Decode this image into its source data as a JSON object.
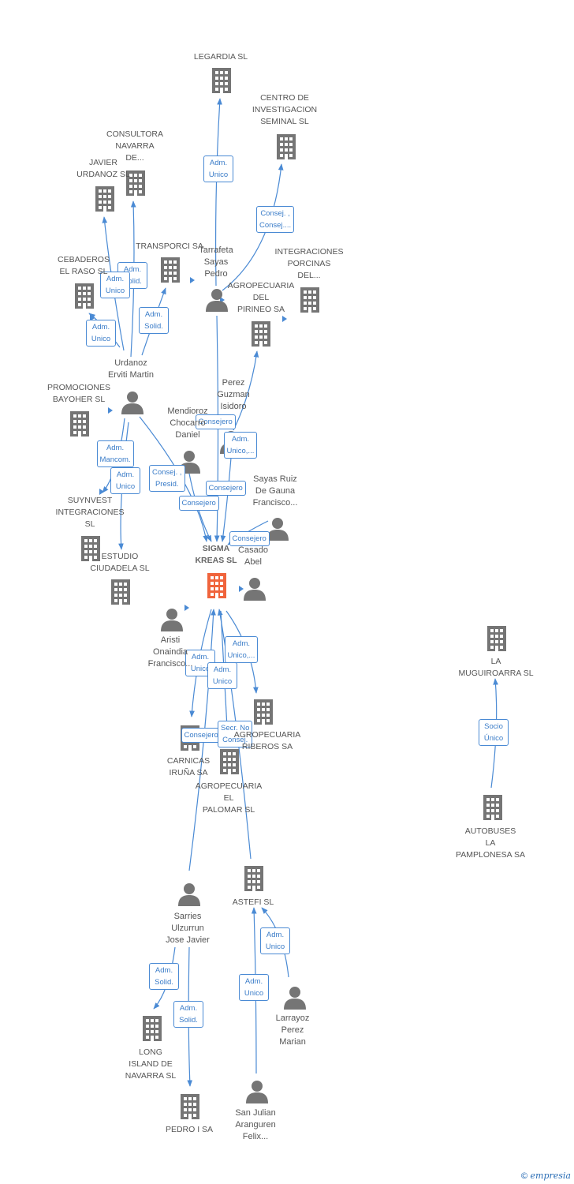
{
  "colors": {
    "edge": "#4a8ad4",
    "node": "#757575",
    "main": "#f0643c",
    "label": "#555555"
  },
  "nodes": [
    {
      "id": "legardia",
      "type": "company",
      "label": "LEGARDIA  SL",
      "name": "company-legardia"
    },
    {
      "id": "centro",
      "type": "company",
      "label": "CENTRO DE\nINVESTIGACION\nSEMINAL SL",
      "name": "company-centro-investigacion"
    },
    {
      "id": "consultora",
      "type": "company",
      "label": "CONSULTORA\nNAVARRA\nDE...",
      "name": "company-consultora-navarra"
    },
    {
      "id": "javier",
      "type": "company",
      "label": "JAVIER\nURDANOZ SL",
      "name": "company-javier-urdanoz"
    },
    {
      "id": "transporci",
      "type": "company",
      "label": "TRANSPORCI SA",
      "name": "company-transporci"
    },
    {
      "id": "tarrafeta",
      "type": "person",
      "label": "Tarrafeta\nSayas\nPedro",
      "name": "person-tarrafeta-sayas"
    },
    {
      "id": "integraciones",
      "type": "company",
      "label": "INTEGRACIONES\nPORCINAS\nDEL...",
      "name": "company-integraciones-porcinas"
    },
    {
      "id": "cebaderos",
      "type": "company",
      "label": "CEBADEROS\nEL RASO  SL",
      "name": "company-cebaderos-el-raso"
    },
    {
      "id": "agropirineo",
      "type": "company",
      "label": "AGROPECUARIA\nDEL\nPIRINEO SA",
      "name": "company-agropecuaria-pirineo"
    },
    {
      "id": "urdanoz",
      "type": "person",
      "label": "Urdanoz\nErviti Martin",
      "name": "person-urdanoz-erviti"
    },
    {
      "id": "promociones",
      "type": "company",
      "label": "PROMOCIONES\nBAYOHER SL",
      "name": "company-promociones-bayoher"
    },
    {
      "id": "perez",
      "type": "person",
      "label": "Perez\nGuzman\nIsidoro",
      "name": "person-perez-guzman"
    },
    {
      "id": "mendioroz",
      "type": "person",
      "label": "Mendioroz\nChocarro\nDaniel",
      "name": "person-mendioroz-chocarro"
    },
    {
      "id": "suynvest",
      "type": "company",
      "label": "SUYNVEST\nINTEGRACIONES\nSL",
      "name": "company-suynvest"
    },
    {
      "id": "estudio",
      "type": "company",
      "label": "ESTUDIO\nCIUDADELA SL",
      "name": "company-estudio-ciudadela"
    },
    {
      "id": "sayasruiz",
      "type": "person",
      "label": "Sayas Ruiz\nDe Gauna\nFrancisco...",
      "name": "person-sayas-ruiz"
    },
    {
      "id": "casado",
      "type": "person",
      "label": "Casado\nAbel",
      "name": "person-casado-abel"
    },
    {
      "id": "sigma",
      "type": "main",
      "label": "SIGMA\nKREAS  SL",
      "name": "company-sigma-kreas"
    },
    {
      "id": "aristi",
      "type": "person",
      "label": "Aristi\nOnaindia\nFrancisco...",
      "name": "person-aristi-onaindia"
    },
    {
      "id": "agroribera",
      "type": "company",
      "label": "AGROPECUARIA\nRIBEROS SA",
      "name": "company-agropecuaria-riberos"
    },
    {
      "id": "carnicas",
      "type": "company",
      "label": "CARNICAS\nIRUÑA SA",
      "name": "company-carnicas-iruna"
    },
    {
      "id": "agropalomar",
      "type": "company",
      "label": "AGROPECUARIA\nEL\nPALOMAR  SL",
      "name": "company-agropecuaria-palomar"
    },
    {
      "id": "muguiroarra",
      "type": "company",
      "label": "LA\nMUGUIROARRA SL",
      "name": "company-la-muguiroarra"
    },
    {
      "id": "autobuses",
      "type": "company",
      "label": "AUTOBUSES\nLA\nPAMPLONESA SA",
      "name": "company-autobuses-pamplonesa"
    },
    {
      "id": "astefi",
      "type": "company",
      "label": "ASTEFI SL",
      "name": "company-astefi"
    },
    {
      "id": "sarries",
      "type": "person",
      "label": "Sarries\nUlzurrun\nJose Javier",
      "name": "person-sarries-ulzurrun"
    },
    {
      "id": "larrayoz",
      "type": "person",
      "label": "Larrayoz\nPerez\nMarian",
      "name": "person-larrayoz-perez"
    },
    {
      "id": "longisland",
      "type": "company",
      "label": "LONG\nISLAND DE\nNAVARRA SL",
      "name": "company-long-island"
    },
    {
      "id": "pedroi",
      "type": "company",
      "label": "PEDRO I SA",
      "name": "company-pedro-i"
    },
    {
      "id": "sanjulian",
      "type": "person",
      "label": "San Julian\nAranguren\nFelix...",
      "name": "person-san-julian"
    }
  ],
  "edge_labels": [
    {
      "id": "e-tarrafeta-legardia",
      "label": "Adm.\nUnico"
    },
    {
      "id": "e-tarrafeta-centro",
      "label": "Consej. ,\nConsej...."
    },
    {
      "id": "e-urdanoz-consultora",
      "label": "Adm.\nSolid."
    },
    {
      "id": "e-urdanoz-javier",
      "label": "Adm.\nUnico"
    },
    {
      "id": "e-urdanoz-transporci",
      "label": "Adm.\nSolid."
    },
    {
      "id": "e-urdanoz-cebaderos",
      "label": "Adm.\nUnico"
    },
    {
      "id": "e-urdanoz-suynvest",
      "label": "Adm.\nMancom."
    },
    {
      "id": "e-urdanoz-estudio",
      "label": "Adm.\nUnico"
    },
    {
      "id": "e-urdanoz-sigma",
      "label": "Consej. ,\nPresid."
    },
    {
      "id": "e-tarrafeta-sigma",
      "label": "Consejero"
    },
    {
      "id": "e-perez-agropirineo",
      "label": "Adm.\nUnico,..."
    },
    {
      "id": "e-perez-sigma",
      "label": "Consejero"
    },
    {
      "id": "e-mendioroz-sigma",
      "label": "Consejero"
    },
    {
      "id": "e-sayasruiz-sigma",
      "label": "Consejero"
    },
    {
      "id": "e-sigma-agroribera",
      "label": "Adm.\nUnico,..."
    },
    {
      "id": "e-sigma-carnicas",
      "label": "Adm.\nUnico"
    },
    {
      "id": "e-sigma-agropalomar",
      "label": "Adm.\nUnico"
    },
    {
      "id": "e-sarries-sigma",
      "label": "Consejero"
    },
    {
      "id": "e-astefi-sigma",
      "label": "Secr.  No\nConsej."
    },
    {
      "id": "e-autobuses-muguiroarra",
      "label": "Socio\nÚnico"
    },
    {
      "id": "e-larrayoz-astefi",
      "label": "Adm.\nUnico"
    },
    {
      "id": "e-sanjulian-astefi",
      "label": "Adm.\nUnico"
    },
    {
      "id": "e-sarries-longisland",
      "label": "Adm.\nSolid."
    },
    {
      "id": "e-sarries-pedroi",
      "label": "Adm.\nSolid."
    }
  ],
  "brand": {
    "copyright": "©",
    "name": "empresia"
  }
}
